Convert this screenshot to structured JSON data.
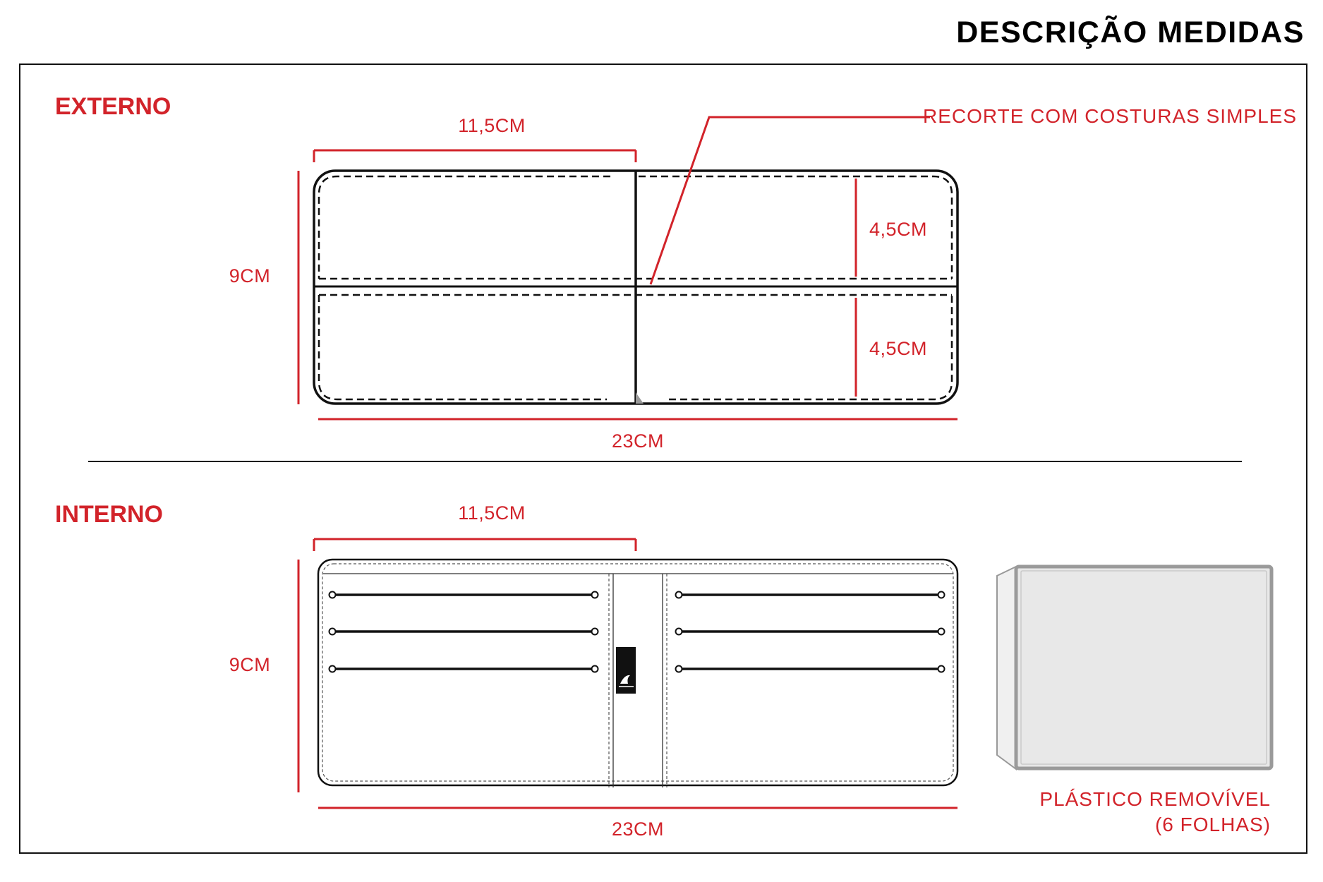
{
  "title": "DESCRIÇÃO MEDIDAS",
  "colors": {
    "accent": "#d2232a",
    "ink": "#111111",
    "plastic": "#e6e6e6"
  },
  "externo": {
    "label": "EXTERNO",
    "half_width": "11,5CM",
    "height": "9CM",
    "pocket_top": "4,5CM",
    "pocket_bottom": "4,5CM",
    "total_width": "23CM",
    "callout": "RECORTE COM COSTURAS SIMPLES"
  },
  "interno": {
    "label": "INTERNO",
    "half_width": "11,5CM",
    "height": "9CM",
    "total_width": "23CM",
    "logo_icon": "quiksilver-logo-icon"
  },
  "plastic": {
    "line1": "PLÁSTICO REMOVÍVEL",
    "line2": "(6 FOLHAS)"
  }
}
